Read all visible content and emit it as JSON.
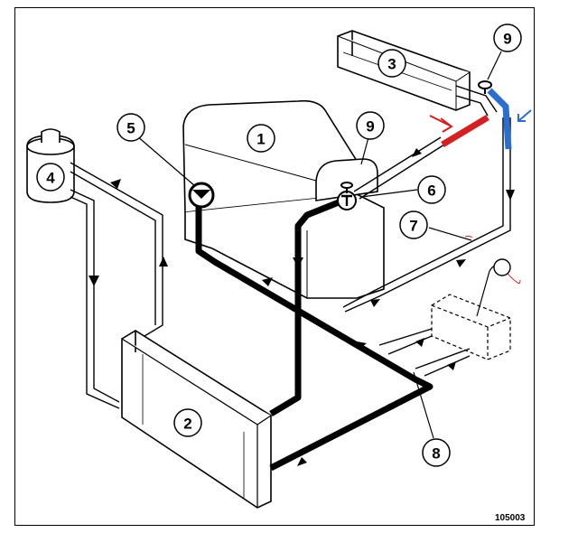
{
  "diagram": {
    "callouts": [
      {
        "id": "c1",
        "label": "1"
      },
      {
        "id": "c2",
        "label": "2"
      },
      {
        "id": "c3",
        "label": "3"
      },
      {
        "id": "c4",
        "label": "4"
      },
      {
        "id": "c5",
        "label": "5"
      },
      {
        "id": "c6",
        "label": "6"
      },
      {
        "id": "c7",
        "label": "7"
      },
      {
        "id": "c8",
        "label": "8"
      },
      {
        "id": "c9a",
        "label": "9"
      },
      {
        "id": "c9b",
        "label": "9"
      }
    ],
    "reference_code": "105003",
    "colors": {
      "line": "#000000",
      "highlight_red": "#d42020",
      "highlight_blue": "#2a6fd0",
      "background": "#ffffff"
    }
  }
}
